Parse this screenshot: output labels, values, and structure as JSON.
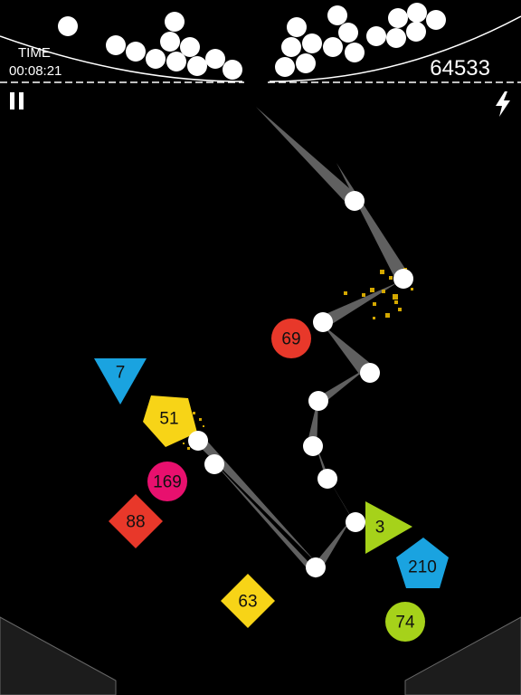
{
  "hud": {
    "time_label": "TIME",
    "time_value": "00:08:21",
    "score": "64533"
  },
  "controls": {
    "pause_icon": "pause-icon",
    "boost_icon": "lightning-icon"
  },
  "colors": {
    "background": "#000000",
    "ball": "#ffffff",
    "red": "#e8382a",
    "blue": "#1aa3e0",
    "yellow": "#f7d417",
    "magenta": "#e8106e",
    "lime": "#a6d21a",
    "trail": "#9a9a9a",
    "spark": "#d4a800"
  },
  "blocks": [
    {
      "label": "7",
      "shape": "triangle-down",
      "color": "blue"
    },
    {
      "label": "51",
      "shape": "pentagon",
      "color": "yellow"
    },
    {
      "label": "69",
      "shape": "circle",
      "color": "red"
    },
    {
      "label": "169",
      "shape": "circle",
      "color": "magenta"
    },
    {
      "label": "88",
      "shape": "diamond",
      "color": "red"
    },
    {
      "label": "3",
      "shape": "triangle-right",
      "color": "lime"
    },
    {
      "label": "210",
      "shape": "pentagon",
      "color": "blue"
    },
    {
      "label": "63",
      "shape": "diamond",
      "color": "yellow"
    },
    {
      "label": "74",
      "shape": "circle",
      "color": "lime"
    }
  ]
}
